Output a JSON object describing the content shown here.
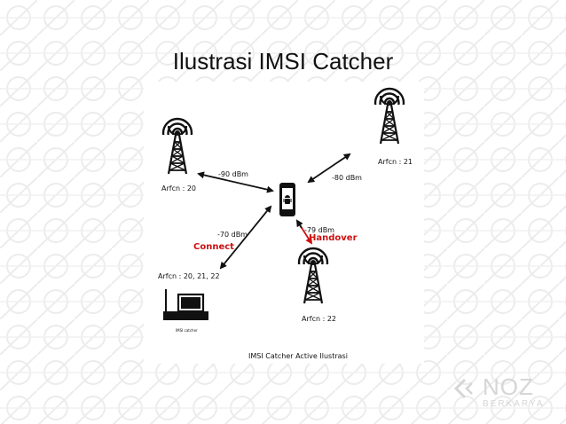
{
  "slide": {
    "title": "Ilustrasi IMSI Catcher"
  },
  "diagram": {
    "towers": [
      {
        "label": "Arfcn : 20",
        "signal": "-90 dBm"
      },
      {
        "label": "Arfcn : 21",
        "signal": "-80 dBm"
      },
      {
        "label": "Arfcn : 22",
        "signal": "-79 dBm"
      }
    ],
    "catcher": {
      "label": "Arfcn : 20, 21, 22",
      "signal": "-70 dBm",
      "device_caption": "IMSI catcher"
    },
    "connect_label": "Connect",
    "handover_label": "Handover",
    "caption": "IMSI Catcher Active Ilustrasi",
    "accent_color": "#cc1111"
  },
  "logo": {
    "main": "NOZ",
    "sub": "BERKARYA"
  }
}
